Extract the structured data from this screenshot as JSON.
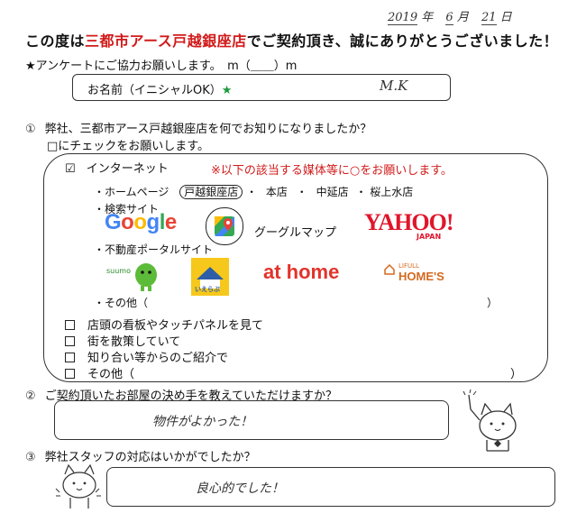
{
  "date": {
    "year": "2019",
    "year_unit": "年",
    "month": "6",
    "month_unit": "月",
    "day": "21",
    "day_unit": "日"
  },
  "title": {
    "prefix": "この度は",
    "store": "三都市アース戸越銀座店",
    "suffix": "でご契約頂き、誠にありがとうございました！"
  },
  "survey_line": "★アンケートにご協力お願いします。　m（＿＿）m",
  "name_box": {
    "label": "お名前（イニシャルOK）",
    "star": "★",
    "value": "M.K"
  },
  "q1": {
    "num": "①",
    "text": "弊社、三都市アース戸越銀座店を何でお知りになりましたか？",
    "instruction": "□にチェックをお願いします。"
  },
  "internet": {
    "checkbox": "☑",
    "label": "インターネット",
    "note": "※以下の該当する媒体等に○をお願いします。"
  },
  "homepage": {
    "label": "・ホームページ",
    "options": [
      "戸越銀座店",
      "本店",
      "中延店",
      "桜上水店"
    ],
    "seps": [
      "・",
      "・",
      "・"
    ]
  },
  "search": {
    "label": "・検索サイト",
    "google": "Google",
    "maps": "グーグルマップ",
    "yahoo": "YAHOO!",
    "yahoo_sub": "JAPAN"
  },
  "portal": {
    "label": "・不動産ポータルサイト",
    "suumo": "suumo",
    "ieuru": "いえらぶ",
    "athome": "at home",
    "lifull": "LIFULL",
    "homes": "HOME'S"
  },
  "other_internet": {
    "label": "・その他（",
    "close": "）"
  },
  "other_options": [
    {
      "label": "店頭の看板やタッチパネルを見て"
    },
    {
      "label": "街を散策していて"
    },
    {
      "label": "知り合い等からのご紹介で"
    },
    {
      "label": "その他（",
      "close": "）"
    }
  ],
  "q2": {
    "num": "②",
    "text": "ご契約頂いたお部屋の決め手を教えていただけますか？",
    "answer": "物件がよかった！"
  },
  "q3": {
    "num": "③",
    "text": "弊社スタッフの対応はいかがでしたか？",
    "answer": "良心的でした！"
  }
}
